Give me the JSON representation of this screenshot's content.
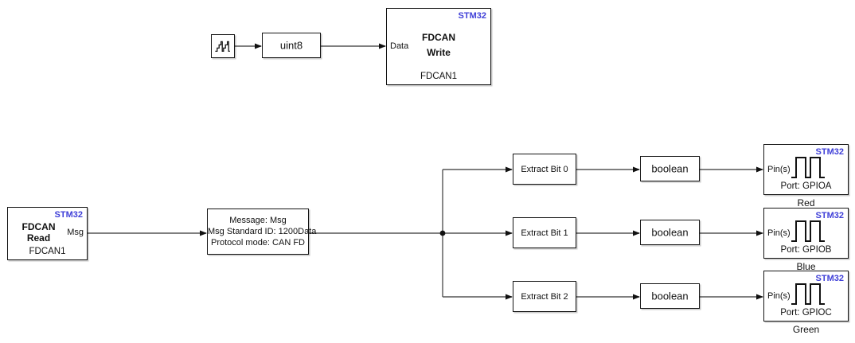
{
  "colors": {
    "stm32_blue": "#4040d8",
    "wire_gray": "#555555",
    "block_border": "#141414"
  },
  "top_chain": {
    "uint8_label": "uint8",
    "fdcan_write": {
      "vendor_tag": "STM32",
      "title_line1": "FDCAN",
      "title_line2": "Write",
      "input_port": "Data",
      "instance": "FDCAN1"
    }
  },
  "read_chain": {
    "fdcan_read": {
      "vendor_tag": "STM32",
      "title_line1": "FDCAN",
      "title_line2": "Read",
      "output_port": "Msg",
      "instance": "FDCAN1"
    },
    "message_block": {
      "line1": "Message: Msg",
      "line2": "Msg Standard ID: 1200Data",
      "line3": "Protocol mode: CAN FD"
    }
  },
  "rows": [
    {
      "extract_label": "Extract Bit 0",
      "boolean_label": "boolean",
      "gpio": {
        "vendor_tag": "STM32",
        "input_port": "Pin(s)",
        "port_line": "Port: GPIOA",
        "caption": "Red"
      }
    },
    {
      "extract_label": "Extract Bit 1",
      "boolean_label": "boolean",
      "gpio": {
        "vendor_tag": "STM32",
        "input_port": "Pin(s)",
        "port_line": "Port: GPIOB",
        "caption": "Blue"
      }
    },
    {
      "extract_label": "Extract Bit 2",
      "boolean_label": "boolean",
      "gpio": {
        "vendor_tag": "STM32",
        "input_port": "Pin(s)",
        "port_line": "Port: GPIOC",
        "caption": "Green"
      }
    }
  ]
}
